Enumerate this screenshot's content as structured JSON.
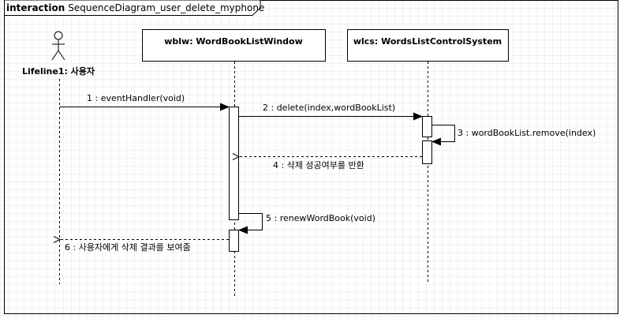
{
  "frame": {
    "keyword": "interaction",
    "name": "SequenceDiagram_user_delete_myphone"
  },
  "lifelines": {
    "actor": {
      "label": "Lifeline1: 사용자"
    },
    "wblw": {
      "label": "wblw: WordBookListWindow"
    },
    "wlcs": {
      "label": "wlcs: WordsListControlSystem"
    }
  },
  "messages": [
    {
      "id": "m1",
      "label": "1 : eventHandler(void)",
      "kind": "sync"
    },
    {
      "id": "m2",
      "label": "2 : delete(index,wordBookList)",
      "kind": "sync"
    },
    {
      "id": "m3",
      "label": "3 : wordBookList.remove(index)",
      "kind": "self"
    },
    {
      "id": "m4",
      "label": "4 : 삭제 성공여부를 반환",
      "kind": "return"
    },
    {
      "id": "m5",
      "label": "5 : renewWordBook(void)",
      "kind": "self"
    },
    {
      "id": "m6",
      "label": "6 : 사용자에게 삭제 결과를 보여줌",
      "kind": "return"
    }
  ],
  "icons": {
    "actor": "stick-figure-actor-icon"
  },
  "colors": {
    "line": "#000000",
    "grid": "#e6e6e6",
    "background": "#ffffff"
  }
}
